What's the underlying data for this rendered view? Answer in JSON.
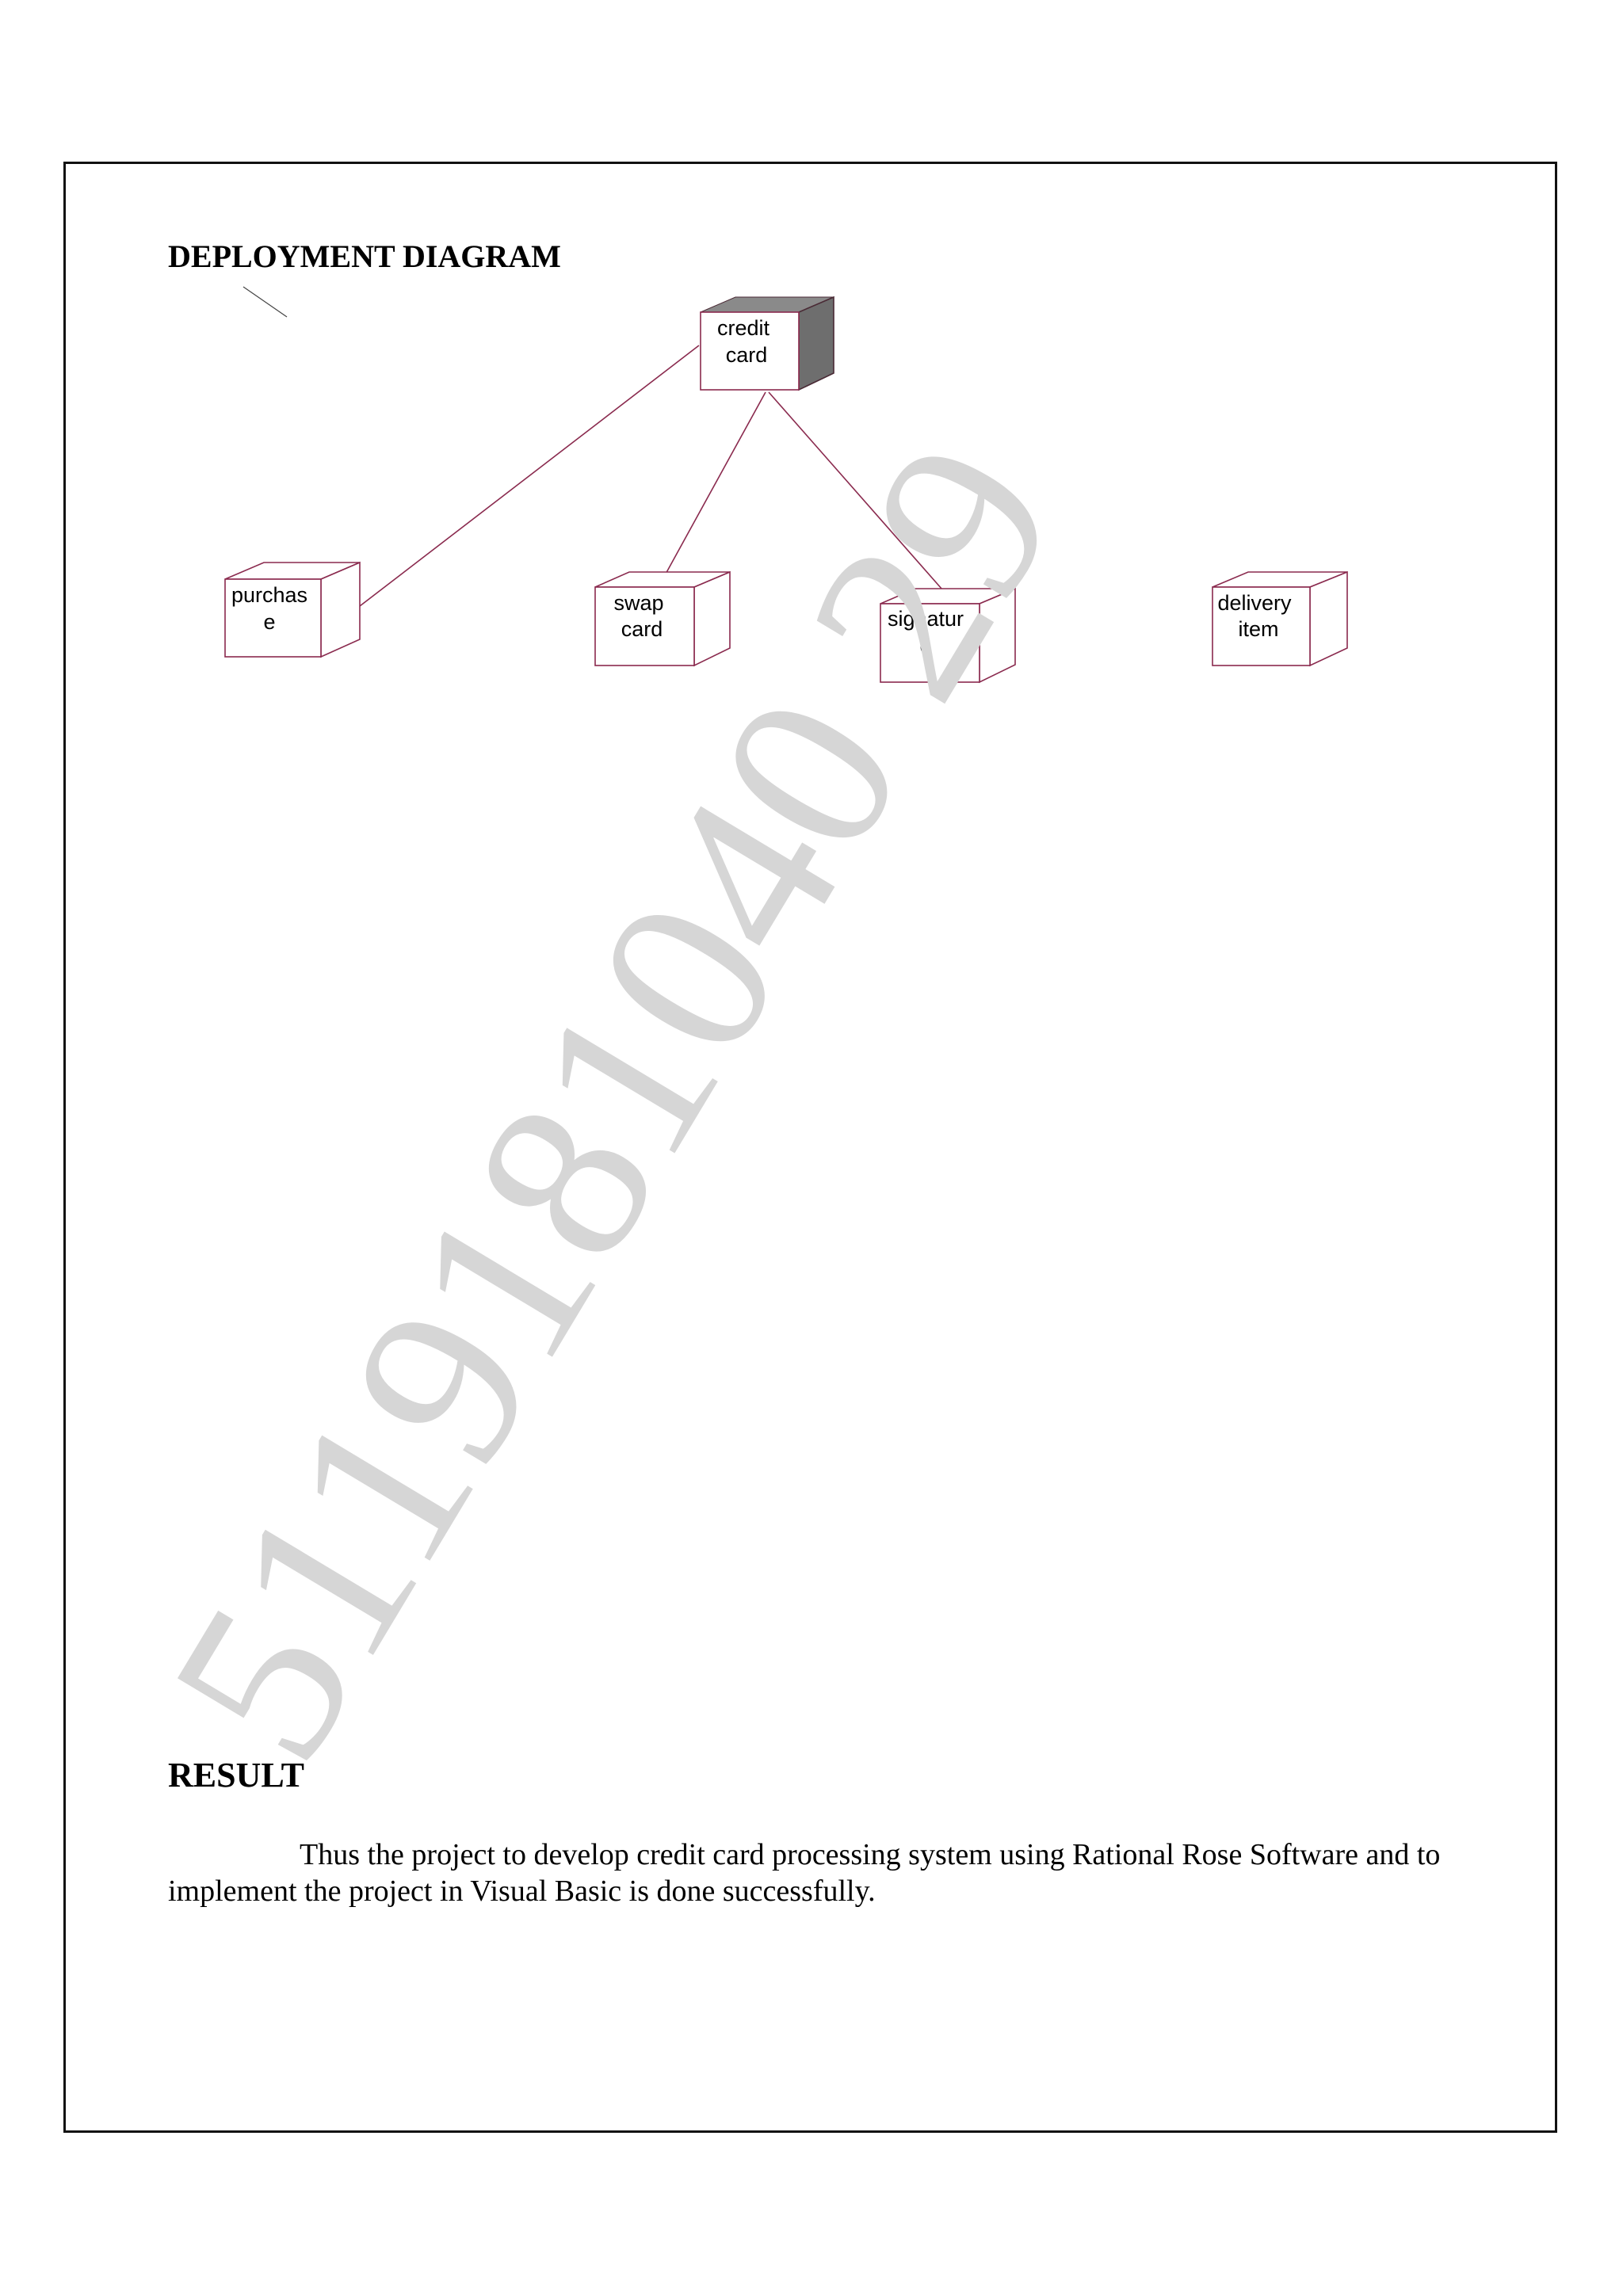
{
  "heading": "DEPLOYMENT DIAGRAM",
  "diagram": {
    "nodes": [
      {
        "id": "credit-card",
        "lines": [
          "credit",
          "card"
        ],
        "kind": "processor"
      },
      {
        "id": "purchase",
        "lines": [
          "purchas",
          "e"
        ],
        "kind": "device"
      },
      {
        "id": "swap-card",
        "lines": [
          "swap",
          "card"
        ],
        "kind": "device"
      },
      {
        "id": "signature",
        "lines": [
          "signatur",
          "e"
        ],
        "kind": "device"
      },
      {
        "id": "delivery-item",
        "lines": [
          "delivery",
          "item"
        ],
        "kind": "device"
      }
    ],
    "links": [
      {
        "from": "credit-card",
        "to": "purchase"
      },
      {
        "from": "credit-card",
        "to": "swap-card"
      },
      {
        "from": "credit-card",
        "to": "signature"
      }
    ],
    "colors": {
      "node_border": "#8a2a4e",
      "processor_fill": "#6e6e6e"
    }
  },
  "watermark": "5119181040 29",
  "result": {
    "heading": "RESULT",
    "text": "Thus the project to develop credit card processing system using Rational Rose Software and to implement the project in Visual Basic is done successfully."
  }
}
